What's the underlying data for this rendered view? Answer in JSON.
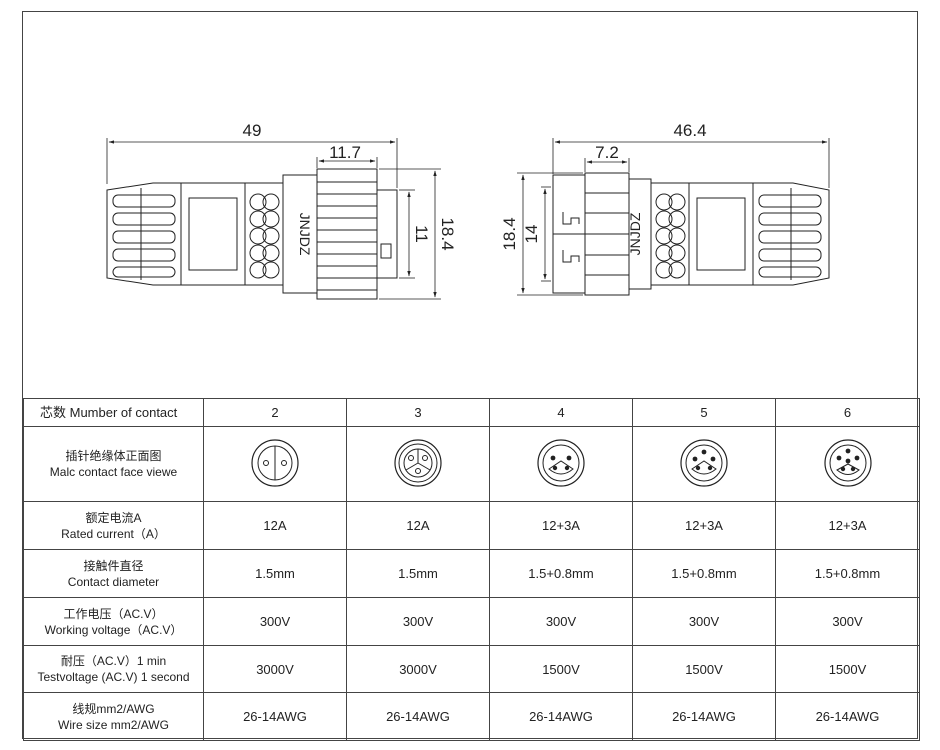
{
  "drawing": {
    "left_overall_length": "49",
    "left_body_length": "11.7",
    "left_small_dia": "11",
    "left_large_dia": "18.4",
    "right_overall_length": "46.4",
    "right_body_length": "7.2",
    "right_large_dia": "18.4",
    "right_small_dia": "14",
    "brand_mark": "JNJDZ"
  },
  "table": {
    "header": {
      "label": "芯数 Mumber of contact",
      "values": [
        "2",
        "3",
        "4",
        "5",
        "6"
      ]
    },
    "face_row": {
      "label_cn": "插针绝缘体正面图",
      "label_en": "Malc contact face viewe",
      "pins": [
        2,
        3,
        4,
        5,
        6
      ]
    },
    "rows": [
      {
        "label_cn": "额定电流A",
        "label_en": "Rated current（A）",
        "values": [
          "12A",
          "12A",
          "12+3A",
          "12+3A",
          "12+3A"
        ]
      },
      {
        "label_cn": "接触件直径",
        "label_en": "Contact diameter",
        "values": [
          "1.5mm",
          "1.5mm",
          "1.5+0.8mm",
          "1.5+0.8mm",
          "1.5+0.8mm"
        ]
      },
      {
        "label_cn": "工作电压（AC.V）",
        "label_en": "Working voltage（AC.V）",
        "values": [
          "300V",
          "300V",
          "300V",
          "300V",
          "300V"
        ]
      },
      {
        "label_cn": "耐压（AC.V）1 min",
        "label_en": "Testvoltage (AC.V) 1 second",
        "values": [
          "3000V",
          "3000V",
          "1500V",
          "1500V",
          "1500V"
        ]
      },
      {
        "label_cn": "线规mm2/AWG",
        "label_en": "Wire size mm2/AWG",
        "values": [
          "26-14AWG",
          "26-14AWG",
          "26-14AWG",
          "26-14AWG",
          "26-14AWG"
        ]
      }
    ]
  }
}
